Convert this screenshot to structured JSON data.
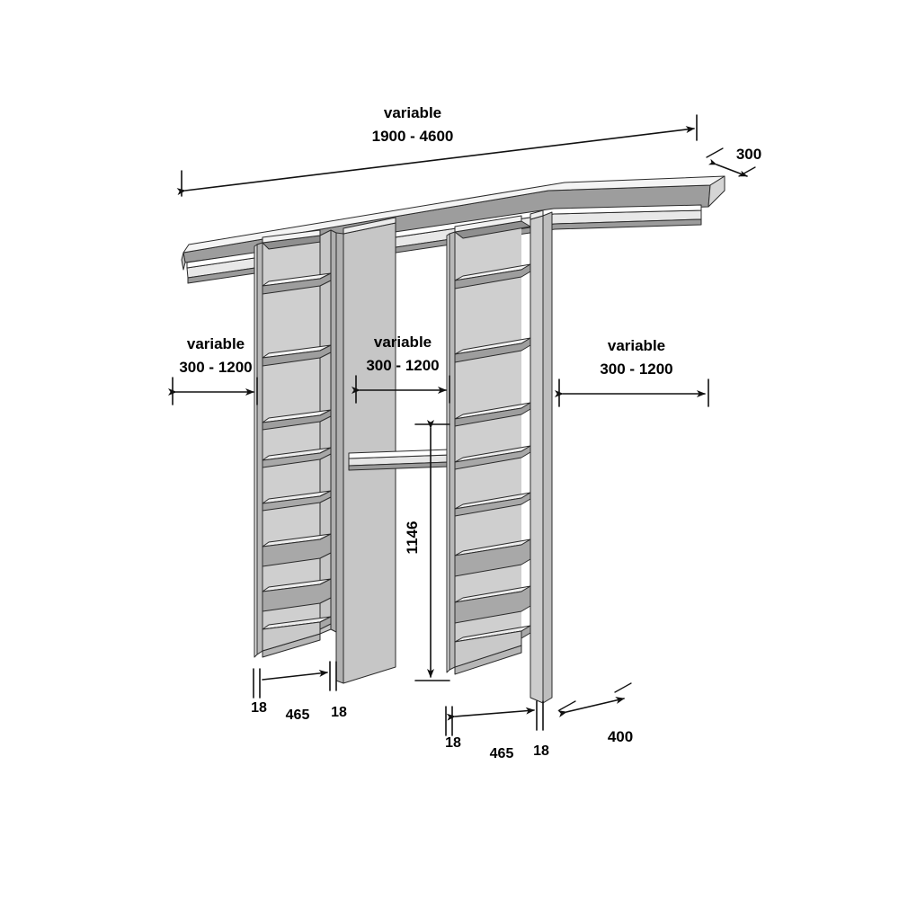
{
  "drawing": {
    "title": "Wardrobe interior system technical drawing",
    "units": "mm",
    "view": "isometric",
    "background_color": "#ffffff",
    "line_color": "#1a1a1a",
    "panel_face_color": "#c8c8c8",
    "panel_side_color": "#b4b4b4",
    "shelf_top_color": "#f2f2f2",
    "shelf_under_color": "#a0a0a0",
    "rail_color": "#d8d8d8"
  },
  "dimensions": {
    "overall_width": {
      "label_line1": "variable",
      "label_line2": "1900 - 4600",
      "name": "overall-width"
    },
    "top_depth": {
      "value": "300",
      "name": "top-shelf-depth"
    },
    "bay_left": {
      "label_line1": "variable",
      "label_line2": "300 - 1200",
      "name": "bay-width-left"
    },
    "bay_middle": {
      "label_line1": "variable",
      "label_line2": "300 - 1200",
      "name": "bay-width-middle"
    },
    "bay_right": {
      "label_line1": "variable",
      "label_line2": "300 - 1200",
      "name": "bay-width-right"
    },
    "hanging_height": {
      "value": "1146",
      "name": "hanging-height"
    },
    "panel_thickness_left_a": {
      "value": "18"
    },
    "panel_thickness_left_b": {
      "value": "18"
    },
    "module_width_left": {
      "value": "465"
    },
    "panel_thickness_right_a": {
      "value": "18"
    },
    "panel_thickness_right_b": {
      "value": "18"
    },
    "module_width_right": {
      "value": "465"
    },
    "cabinet_depth": {
      "value": "400"
    }
  }
}
